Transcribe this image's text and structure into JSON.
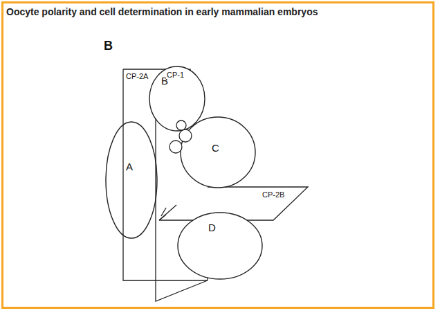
{
  "diagram": {
    "title": "Oocyte polarity and cell determination in early mammalian embryos",
    "nodes": [
      {
        "text": [
          "A"
        ]
      },
      {
        "text": [
          "B"
        ]
      },
      {
        "text": [
          "C"
        ]
      },
      {
        "text": [
          "D"
        ]
      }
    ],
    "labels": [
      "B",
      "CP-2A",
      "CP-1",
      "CP-2B"
    ]
  }
}
